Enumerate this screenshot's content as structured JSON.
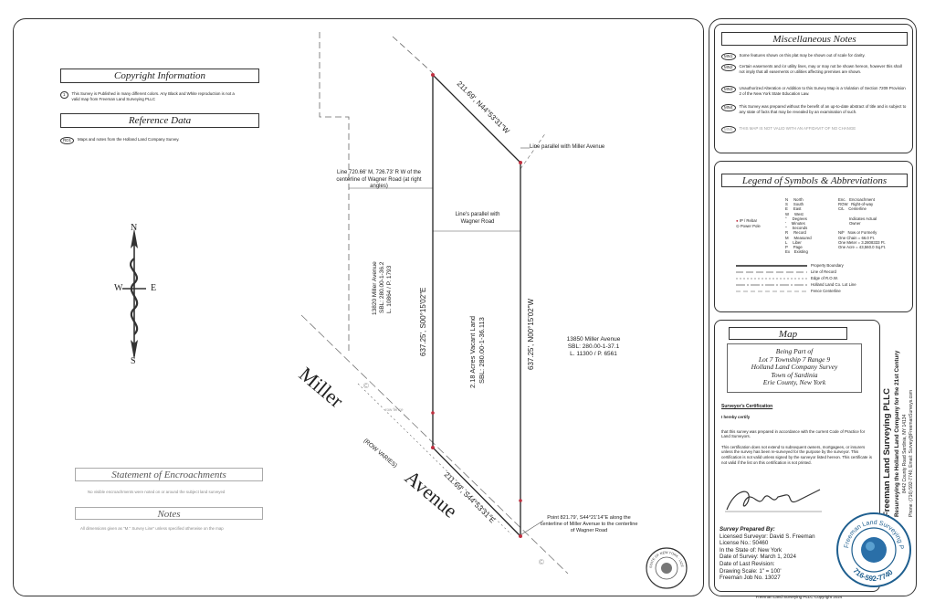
{
  "copyright": {
    "title": "Copyright Information",
    "notes": [
      {
        "tag": "1",
        "text": "This Survey is Published in many different colors. Any Black and White reproduction is not a valid map from Freeman Land Surveying PLLC"
      }
    ]
  },
  "reference": {
    "title": "Reference Data",
    "notes": [
      {
        "tag": "RD1",
        "text": "Maps and notes from the Holland Land Company Survey."
      }
    ]
  },
  "misc_notes": {
    "title": "Miscellaneous Notes",
    "items": [
      {
        "tag": "MN1",
        "text": "Some features shown on this plat may be shown out of scale for clarity."
      },
      {
        "tag": "MN2",
        "text": "Certain easements and /or utility lines, may or may not be shown hereon, however this shall not imply that all easements or utilities affecting premises are shown."
      },
      {
        "tag": "MN3",
        "text": "Unauthorized Alteration or Addition to this Survey Map is a Violation of Section 7209 Provision 2 of the New York State Education Law."
      },
      {
        "tag": "MN4",
        "text": "This Survey was prepared without the benefit of an up-to-date abstract of title and is subject to any state of facts that may be revealed by an examination of such."
      },
      {
        "tag": "MN5",
        "text": "THIS MAP IS NOT VALID WITH AN AFFIDAVIT OF NO CHANGE"
      }
    ]
  },
  "legend": {
    "title": "Legend of Symbols & Abbreviations",
    "col1": "N     North\nS     South\nE     East\nW     West\n°     Degrees\n'     Minutes\n\"     Seconds\nR     Record\nM     Measured\nL     Liber\nP     Page\nEx    Existing",
    "col2": "Enc.   Encroachment\nROW   Right-of-way\nC/L    Centerline\n\n          Indicates Actual\n          Owner\n\nN/F   Now or Formerly\nOne Chain = 66.0 Ft.\nOne Meter = 3.2808333 Ft.\nOne Acre = 43,560.0 Sq.Ft.",
    "symbols": [
      "IP / Rebar",
      "Power Pole"
    ],
    "lines": [
      "Property Boundary",
      "Line of Record",
      "Edge of R.O.W.",
      "Holland Land Co. Lot Line",
      "Fence Centerline"
    ]
  },
  "map_box": {
    "title": "Map",
    "lines": [
      "Being Part of",
      "Lot 7 Township 7 Range 9",
      "Holland Land Company Survey",
      "Town of Sardinia",
      "Erie County, New York"
    ]
  },
  "certification": {
    "heading": "Surveyor's Certification",
    "lines": [
      "I hereby certify",
      "that this survey was prepared in accordance with the current Code of Practice for Land Surveyors.",
      "This certification does not extend to subsequent owners, mortgagees, or insurers unless the survey has been re-surveyed for the purpose by the surveyor. This certification is not valid unless signed by the surveyor listed hereon. This certificate is not valid if the list on this certification is not printed."
    ],
    "signature": "DavidSF"
  },
  "prepared": {
    "heading": "Survey Prepared By:",
    "lines": [
      "Licensed Surveyor: David S. Freeman",
      "License No.: 50460",
      "In the State of: New York",
      "Date of Survey: March 1, 2024",
      "Date of Last Revision:",
      "Drawing Scale: 1\" = 100'",
      "Freeman Job No. 13027"
    ]
  },
  "company": {
    "name": "Freeman Land Surveying PLLC",
    "tagline": "Resurveying the Holland Land Company for the 21st Century",
    "address": "8442 County Road Sardinia, NY 14134",
    "contact": "Phone: (716) 592-7740, Email: Survey@FreemanSurveys.com",
    "seal_text": "Freeman Land Surveying PLLC",
    "seal_phone": "716-592-7740",
    "stamp_text": "STATE OF NEW YORK · LICENSED LAND SURVEYOR"
  },
  "footer": "Freeman Land Surveying PLLC Copyright 2024",
  "encroach": {
    "title": "Statement of Encroachments",
    "text": "No visible encroachments were noted on or around the subject land surveyed"
  },
  "notes_box": {
    "title": "Notes",
    "text": "All dimensions given as \"M.\" Survey Line\" unless specified otherwise on the map"
  },
  "compass": {
    "n": "N",
    "s": "S",
    "e": "E",
    "w": "W"
  },
  "plat": {
    "north_bearing": "211.69', N44°53'31\"W",
    "south_bearing": "211.69', S44°53'31\"E",
    "west_bearing": "637.25', S00°15'02\"E",
    "east_bearing": "637.25', N00°15'02\"W",
    "line_parallel_miller": "Line parallel with Miller Avenue",
    "line_parallel_wagner": "Line's parallel with Wagner Road",
    "line_from_wagner": "Line 720.66' M, 726.73' R W of the centerline of Wagner Road (at right angles)",
    "parcel_area": "2.18 Acres Vacant Land",
    "parcel_sbl": "SBL: 280.00-1-36.113",
    "west_neighbor": "13820 Miller Avenue",
    "west_sbl": "SBL: 280.00-1-36.2",
    "west_liber": "L. 10864 / P. 1793",
    "east_neighbor": "13850 Miller Avenue",
    "east_sbl": "SBL: 280.00-1-37.1",
    "east_liber": "L. 11300 / P. 6561",
    "road_word1": "Miller",
    "road_word2": "Avenue",
    "row_varies": "(ROW VARIES)",
    "point_note": "Point 821.79', S44°21'14\"E along the centerline of Miller Avenue to the centerline of Wagner Road",
    "row_fence": "row fence"
  }
}
